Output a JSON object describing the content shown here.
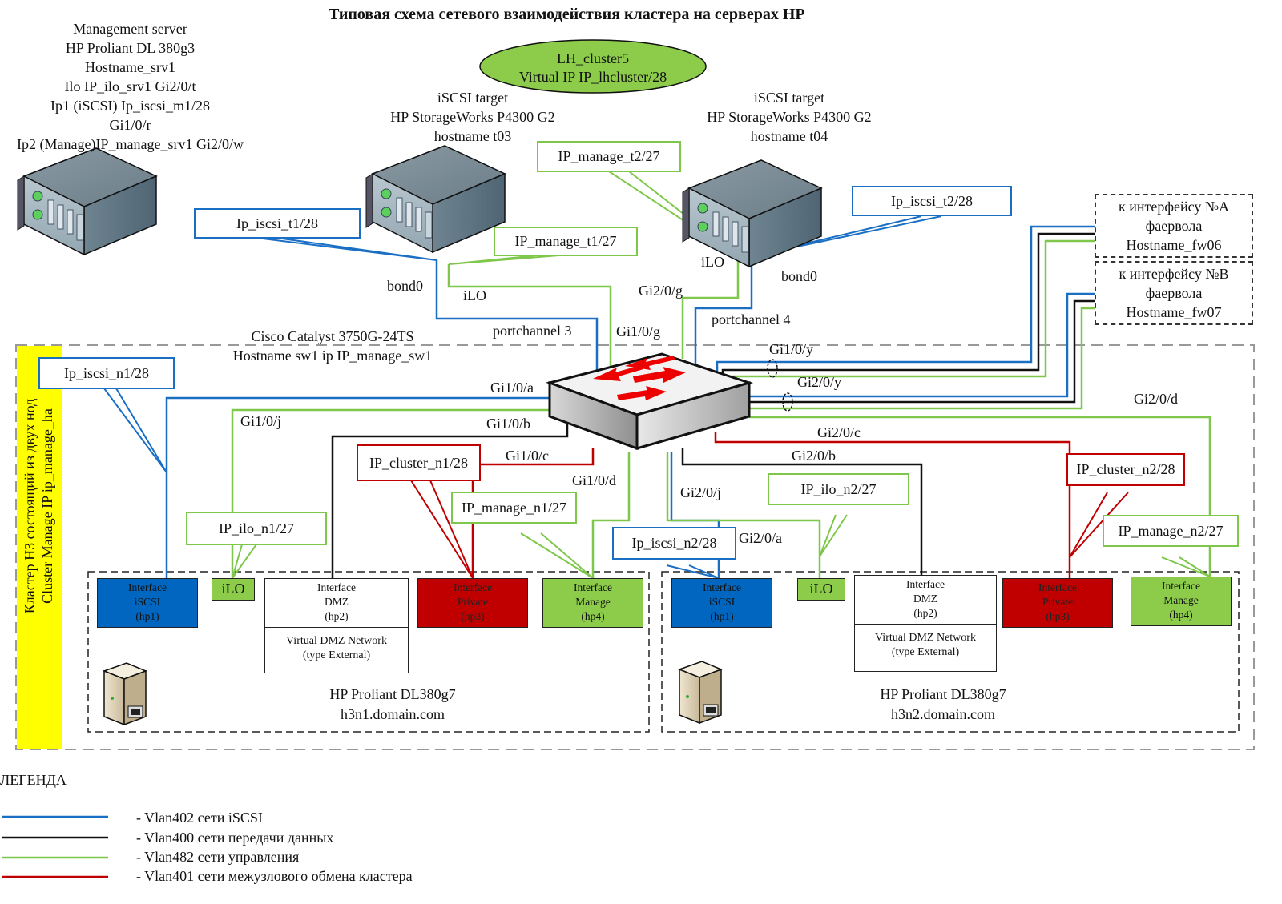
{
  "title": "Типовая схема сетевого взаимодействия кластера на серверах HP",
  "colors": {
    "iscsi": "#1a6fc4",
    "data": "#111111",
    "manage": "#7ec74a",
    "cluster": "#c00000",
    "cluster_bar": "#ffff00",
    "dashed_border": "#999999"
  },
  "mgmt_server": {
    "lines": [
      "Management server",
      "HP Proliant DL 380g3",
      "Hostname_srv1",
      "Ilo IP_ilo_srv1 Gi2/0/t",
      "Ip1 (iSCSI) Ip_iscsi_m1/28",
      "Gi1/0/r",
      "Ip2 (Manage)IP_manage_srv1 Gi2/0/w"
    ],
    "icon": "rack-server-icon"
  },
  "lh_cluster": {
    "name": "LH_cluster5",
    "vip": "Virtual IP IP_lhcluster/28"
  },
  "storage": [
    {
      "lines": [
        "iSCSI target",
        "HP StorageWorks P4300 G2",
        "hostname t03"
      ],
      "iscsi_ip": "Ip_iscsi_t1/28",
      "manage_ip": "IP_manage_t1/27",
      "bond": "bond0",
      "ilo": "iLO",
      "portchannel": "portchannel 3",
      "ilo_port": "Gi1/0/g"
    },
    {
      "lines": [
        "iSCSI target",
        "HP StorageWorks P4300 G2",
        "hostname t04"
      ],
      "iscsi_ip": "Ip_iscsi_t2/28",
      "manage_ip": "IP_manage_t2/27",
      "bond": "bond0",
      "ilo": "iLO",
      "portchannel": "portchannel 4",
      "ilo_port": "Gi2/0/g"
    }
  ],
  "firewalls": [
    {
      "lines": [
        "к интерфейсу №A",
        "фаервола",
        "Hostname_fw06"
      ]
    },
    {
      "lines": [
        "к интерфейсу №B",
        "фаервола",
        "Hostname_fw07"
      ]
    }
  ],
  "switch": {
    "model": "Cisco Catalyst 3750G-24TS",
    "hostname": "Hostname sw1 ip IP_manage_sw1",
    "uplink1": "Gi1/0/y",
    "uplink2": "Gi2/0/y"
  },
  "cluster_label": [
    "Кластер H3 состоящий из двух нод",
    "Cluster Manage IP ip_manage_ha"
  ],
  "ports": {
    "n1": {
      "iscsi": "Gi1/0/a",
      "ilo": "Gi1/0/j",
      "dmz": "Gi1/0/b",
      "private": "Gi1/0/c",
      "manage": "Gi1/0/d"
    },
    "n2": {
      "iscsi": "Gi2/0/a",
      "ilo": "Gi2/0/j",
      "dmz": "Gi2/0/b",
      "private": "Gi2/0/c",
      "manage": "Gi2/0/d"
    }
  },
  "nodes": [
    {
      "model": "HP Proliant DL380g7",
      "fqdn": "h3n1.domain.com",
      "callouts": {
        "iscsi": "Ip_iscsi_n1/28",
        "ilo": "IP_ilo_n1/27",
        "cluster": "IP_cluster_n1/28",
        "manage": "IP_manage_n1/27"
      },
      "interfaces": {
        "iscsi": [
          "Interface",
          "iSCSI",
          "(hp1)"
        ],
        "ilo": "iLO",
        "dmz": [
          "Interface",
          "DMZ",
          "(hp2)"
        ],
        "dmz_virtual": [
          "Virtual DMZ Network",
          "(type External)"
        ],
        "private": [
          "Interface",
          "Private",
          "(hp3)"
        ],
        "manage": [
          "Interface",
          "Manage",
          "(hp4)"
        ]
      }
    },
    {
      "model": "HP Proliant DL380g7",
      "fqdn": "h3n2.domain.com",
      "callouts": {
        "iscsi": "Ip_iscsi_n2/28",
        "ilo": "IP_ilo_n2/27",
        "cluster": "IP_cluster_n2/28",
        "manage": "IP_manage_n2/27"
      },
      "interfaces": {
        "iscsi": [
          "Interface",
          "iSCSI",
          "(hp1)"
        ],
        "ilo": "iLO",
        "dmz": [
          "Interface",
          "DMZ",
          "(hp2)"
        ],
        "dmz_virtual": [
          "Virtual DMZ Network",
          "(type External)"
        ],
        "private": [
          "Interface",
          "Private",
          "(hp3)"
        ],
        "manage": [
          "Interface",
          "Manage",
          "(hp4)"
        ]
      }
    }
  ],
  "legend": {
    "title": "ЛЕГЕНДА",
    "items": [
      {
        "color": "#1a6fc4",
        "label": "- Vlan402 сети iSCSI"
      },
      {
        "color": "#111111",
        "label": "- Vlan400 сети передачи данных"
      },
      {
        "color": "#7ec74a",
        "label": "- Vlan482 сети управления"
      },
      {
        "color": "#c00000",
        "label": "- Vlan401 сети межузлового обмена кластера"
      }
    ]
  }
}
